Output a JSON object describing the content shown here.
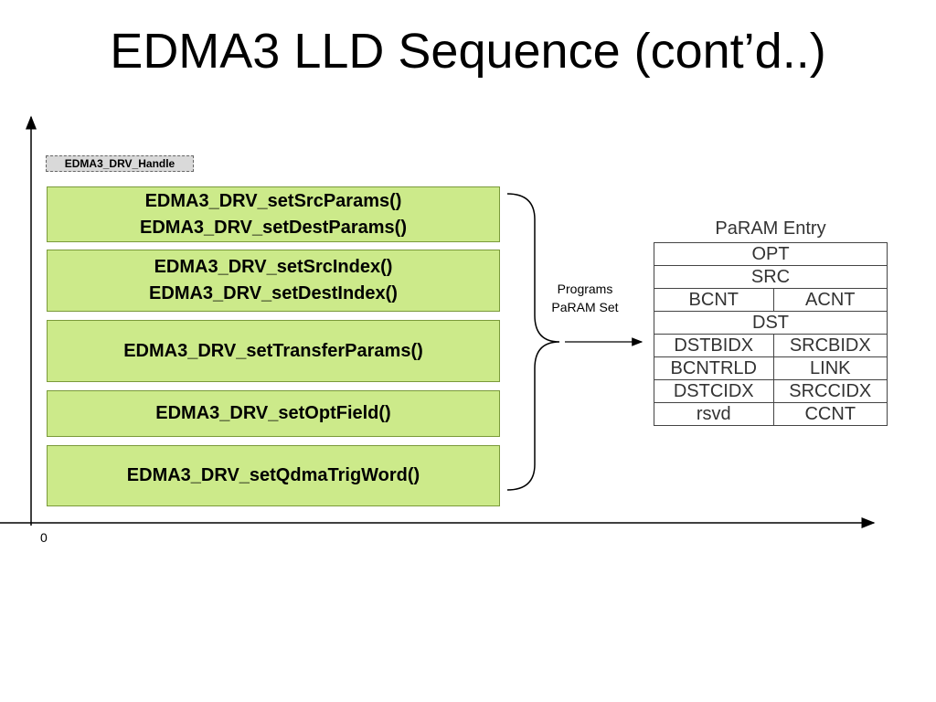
{
  "title": "EDMA3 LLD Sequence (cont’d..)",
  "handle_label": "EDMA3_DRV_Handle",
  "functions": [
    {
      "lines": [
        "EDMA3_DRV_setSrcParams()",
        "EDMA3_DRV_setDestParams()"
      ]
    },
    {
      "lines": [
        "EDMA3_DRV_setSrcIndex()",
        "EDMA3_DRV_setDestIndex()"
      ]
    },
    {
      "lines": [
        "EDMA3_DRV_setTransferParams()"
      ]
    },
    {
      "lines": [
        "EDMA3_DRV_setOptField()"
      ]
    },
    {
      "lines": [
        "EDMA3_DRV_setQdmaTrigWord()"
      ]
    }
  ],
  "programs_label": [
    "Programs",
    "PaRAM Set"
  ],
  "origin_label": "0",
  "param_entry": {
    "title": "PaRAM Entry",
    "rows": [
      [
        "OPT"
      ],
      [
        "SRC"
      ],
      [
        "BCNT",
        "ACNT"
      ],
      [
        "DST"
      ],
      [
        "DSTBIDX",
        "SRCBIDX"
      ],
      [
        "BCNTRLD",
        "LINK"
      ],
      [
        "DSTCIDX",
        "SRCCIDX"
      ],
      [
        "rsvd",
        "CCNT"
      ]
    ]
  },
  "colors": {
    "function_box": "#ccea8a",
    "function_border": "#7a9a3a",
    "handle_box": "#d9d9d9"
  }
}
